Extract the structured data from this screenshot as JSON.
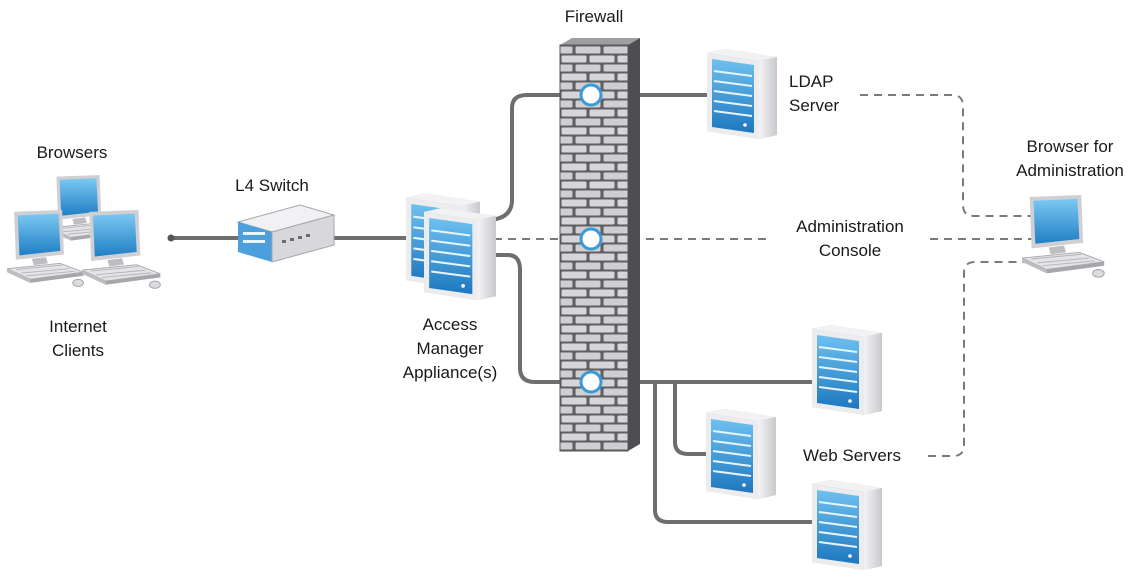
{
  "diagram": {
    "labels": {
      "firewall": "Firewall",
      "browsers": "Browsers",
      "l4_switch": "L4 Switch",
      "internet_clients_1": "Internet",
      "internet_clients_2": "Clients",
      "access_manager_1": "Access",
      "access_manager_2": "Manager",
      "access_manager_3": "Appliance(s)",
      "ldap_1": "LDAP",
      "ldap_2": "Server",
      "admin_console_1": "Administration",
      "admin_console_2": "Console",
      "browser_admin_1": "Browser for",
      "browser_admin_2": "Administration",
      "web_servers": "Web Servers"
    },
    "colors": {
      "wire": "#6e6e6e",
      "dashed": "#7a7a7a",
      "screen": "#3a9ad9",
      "server_body": "#e9e9eb",
      "server_front": "#3a9ad9",
      "firewall": "#6f6f74"
    }
  }
}
